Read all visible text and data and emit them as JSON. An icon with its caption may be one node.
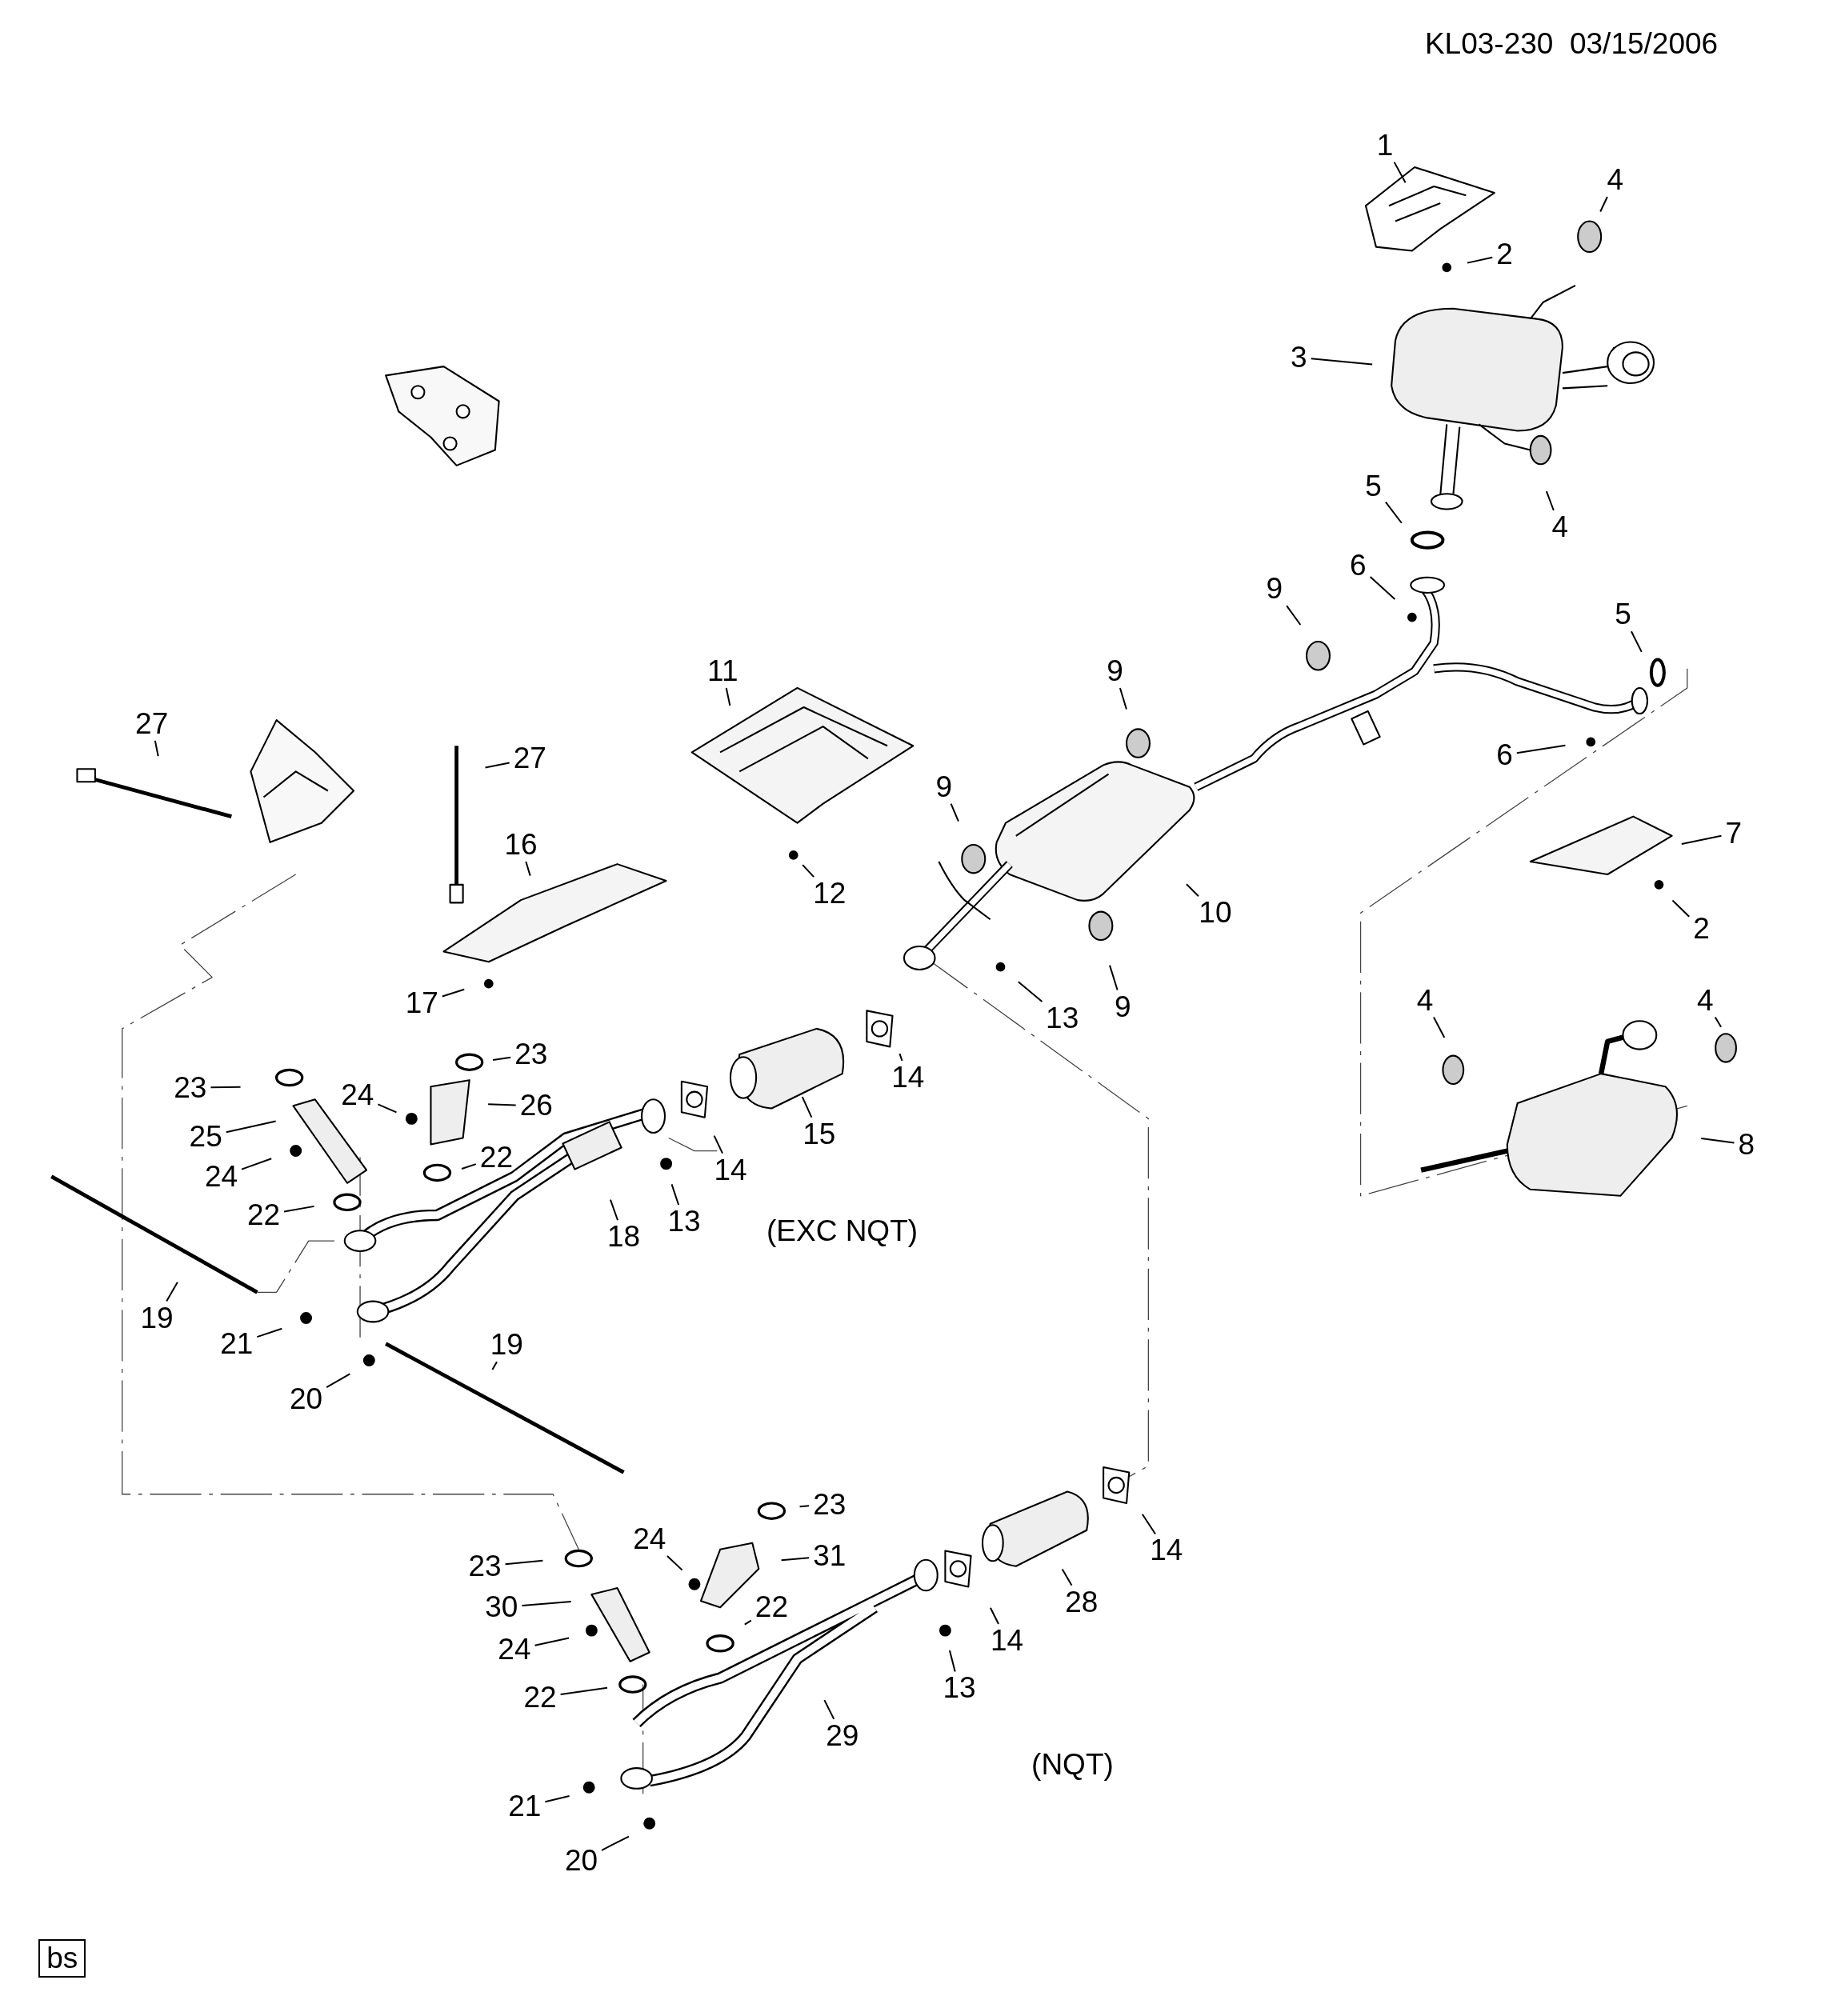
{
  "diagram": {
    "nodes": [
      {
        "text": [
          "1"
        ]
      },
      {
        "text": [
          "2"
        ]
      },
      {
        "text": [
          "4"
        ]
      },
      {
        "text": [
          "3"
        ]
      },
      {
        "text": [
          "4"
        ]
      },
      {
        "text": [
          "5"
        ]
      },
      {
        "text": [
          "6"
        ]
      },
      {
        "text": [
          "9"
        ]
      },
      {
        "text": [
          "9"
        ]
      },
      {
        "text": [
          "5"
        ]
      },
      {
        "text": [
          "6"
        ]
      },
      {
        "text": [
          "11"
        ]
      },
      {
        "text": [
          "27"
        ]
      },
      {
        "text": [
          "27"
        ]
      },
      {
        "text": [
          "9"
        ]
      },
      {
        "text": [
          "7"
        ]
      },
      {
        "text": [
          "16"
        ]
      },
      {
        "text": [
          "12"
        ]
      },
      {
        "text": [
          "10"
        ]
      },
      {
        "text": [
          "2"
        ]
      },
      {
        "text": [
          "17"
        ]
      },
      {
        "text": [
          "13"
        ]
      },
      {
        "text": [
          "9"
        ]
      },
      {
        "text": [
          "4"
        ]
      },
      {
        "text": [
          "4"
        ]
      },
      {
        "text": [
          "14"
        ]
      },
      {
        "text": [
          "23"
        ]
      },
      {
        "text": [
          "23"
        ]
      },
      {
        "text": [
          "24"
        ]
      },
      {
        "text": [
          "26"
        ]
      },
      {
        "text": [
          "15"
        ]
      },
      {
        "text": [
          "8"
        ]
      },
      {
        "text": [
          "25"
        ]
      },
      {
        "text": [
          "24"
        ]
      },
      {
        "text": [
          "22"
        ]
      },
      {
        "text": [
          "14"
        ]
      },
      {
        "text": [
          "22"
        ]
      },
      {
        "text": [
          "18"
        ]
      },
      {
        "text": [
          "13"
        ]
      },
      {
        "text": [
          "19"
        ]
      },
      {
        "text": [
          "21"
        ]
      },
      {
        "text": [
          "19"
        ]
      },
      {
        "text": [
          "20"
        ]
      },
      {
        "text": [
          "23"
        ]
      },
      {
        "text": [
          "24"
        ]
      },
      {
        "text": [
          "31"
        ]
      },
      {
        "text": [
          "14"
        ]
      },
      {
        "text": [
          "23"
        ]
      },
      {
        "text": [
          "28"
        ]
      },
      {
        "text": [
          "30"
        ]
      },
      {
        "text": [
          "24"
        ]
      },
      {
        "text": [
          "22"
        ]
      },
      {
        "text": [
          "14"
        ]
      },
      {
        "text": [
          "22"
        ]
      },
      {
        "text": [
          "13"
        ]
      },
      {
        "text": [
          "29"
        ]
      },
      {
        "text": [
          "21"
        ]
      },
      {
        "text": [
          "20"
        ]
      }
    ],
    "edges": [
      {
        "from": 0,
        "to": null,
        "arrow": "none"
      },
      {
        "from": 1,
        "to": null,
        "arrow": "none"
      },
      {
        "from": 2,
        "to": null,
        "arrow": "none"
      },
      {
        "from": 3,
        "to": null,
        "arrow": "none"
      },
      {
        "from": 4,
        "to": null,
        "arrow": "none"
      },
      {
        "from": 5,
        "to": null,
        "arrow": "none"
      },
      {
        "from": 6,
        "to": null,
        "arrow": "none"
      },
      {
        "from": 7,
        "to": null,
        "arrow": "none"
      },
      {
        "from": 8,
        "to": null,
        "arrow": "none"
      },
      {
        "from": 9,
        "to": null,
        "arrow": "none"
      },
      {
        "from": 10,
        "to": null,
        "arrow": "none"
      },
      {
        "from": 11,
        "to": null,
        "arrow": "none"
      },
      {
        "from": 12,
        "to": null,
        "arrow": "none"
      },
      {
        "from": 13,
        "to": null,
        "arrow": "none"
      },
      {
        "from": 14,
        "to": null,
        "arrow": "none"
      },
      {
        "from": 15,
        "to": null,
        "arrow": "none"
      },
      {
        "from": 16,
        "to": null,
        "arrow": "none"
      },
      {
        "from": 17,
        "to": null,
        "arrow": "none"
      },
      {
        "from": 18,
        "to": null,
        "arrow": "none"
      },
      {
        "from": 19,
        "to": null,
        "arrow": "none"
      },
      {
        "from": 20,
        "to": null,
        "arrow": "none"
      },
      {
        "from": 21,
        "to": null,
        "arrow": "none"
      },
      {
        "from": 22,
        "to": null,
        "arrow": "none"
      },
      {
        "from": 23,
        "to": null,
        "arrow": "none"
      },
      {
        "from": 24,
        "to": null,
        "arrow": "none"
      },
      {
        "from": 25,
        "to": null,
        "arrow": "none"
      },
      {
        "from": 26,
        "to": null,
        "arrow": "none"
      },
      {
        "from": 27,
        "to": null,
        "arrow": "none"
      },
      {
        "from": 28,
        "to": null,
        "arrow": "none"
      },
      {
        "from": 29,
        "to": null,
        "arrow": "none"
      },
      {
        "from": 30,
        "to": null,
        "arrow": "none"
      },
      {
        "from": 31,
        "to": null,
        "arrow": "none"
      },
      {
        "from": 32,
        "to": null,
        "arrow": "none"
      },
      {
        "from": 33,
        "to": null,
        "arrow": "none"
      },
      {
        "from": 34,
        "to": null,
        "arrow": "none"
      },
      {
        "from": 35,
        "to": null,
        "arrow": "none"
      },
      {
        "from": 36,
        "to": null,
        "arrow": "none"
      },
      {
        "from": 37,
        "to": null,
        "arrow": "none"
      },
      {
        "from": 38,
        "to": null,
        "arrow": "none"
      },
      {
        "from": 39,
        "to": null,
        "arrow": "none"
      },
      {
        "from": 40,
        "to": null,
        "arrow": "none"
      },
      {
        "from": 41,
        "to": null,
        "arrow": "none"
      },
      {
        "from": 42,
        "to": null,
        "arrow": "none"
      },
      {
        "from": 43,
        "to": null,
        "arrow": "none"
      },
      {
        "from": 44,
        "to": null,
        "arrow": "none"
      },
      {
        "from": 45,
        "to": null,
        "arrow": "none"
      },
      {
        "from": 46,
        "to": null,
        "arrow": "none"
      },
      {
        "from": 47,
        "to": null,
        "arrow": "none"
      },
      {
        "from": 48,
        "to": null,
        "arrow": "none"
      },
      {
        "from": 49,
        "to": null,
        "arrow": "none"
      },
      {
        "from": 50,
        "to": null,
        "arrow": "none"
      },
      {
        "from": 51,
        "to": null,
        "arrow": "none"
      },
      {
        "from": 52,
        "to": null,
        "arrow": "none"
      },
      {
        "from": 53,
        "to": null,
        "arrow": "none"
      },
      {
        "from": 54,
        "to": null,
        "arrow": "none"
      },
      {
        "from": 55,
        "to": null,
        "arrow": "none"
      },
      {
        "from": 56,
        "to": null,
        "arrow": "none"
      },
      {
        "from": 57,
        "to": null,
        "arrow": "none"
      }
    ],
    "labels": [
      "KL03-230  03/15/2006",
      "(EXC NQT)",
      "(NQT)",
      "bs"
    ]
  }
}
